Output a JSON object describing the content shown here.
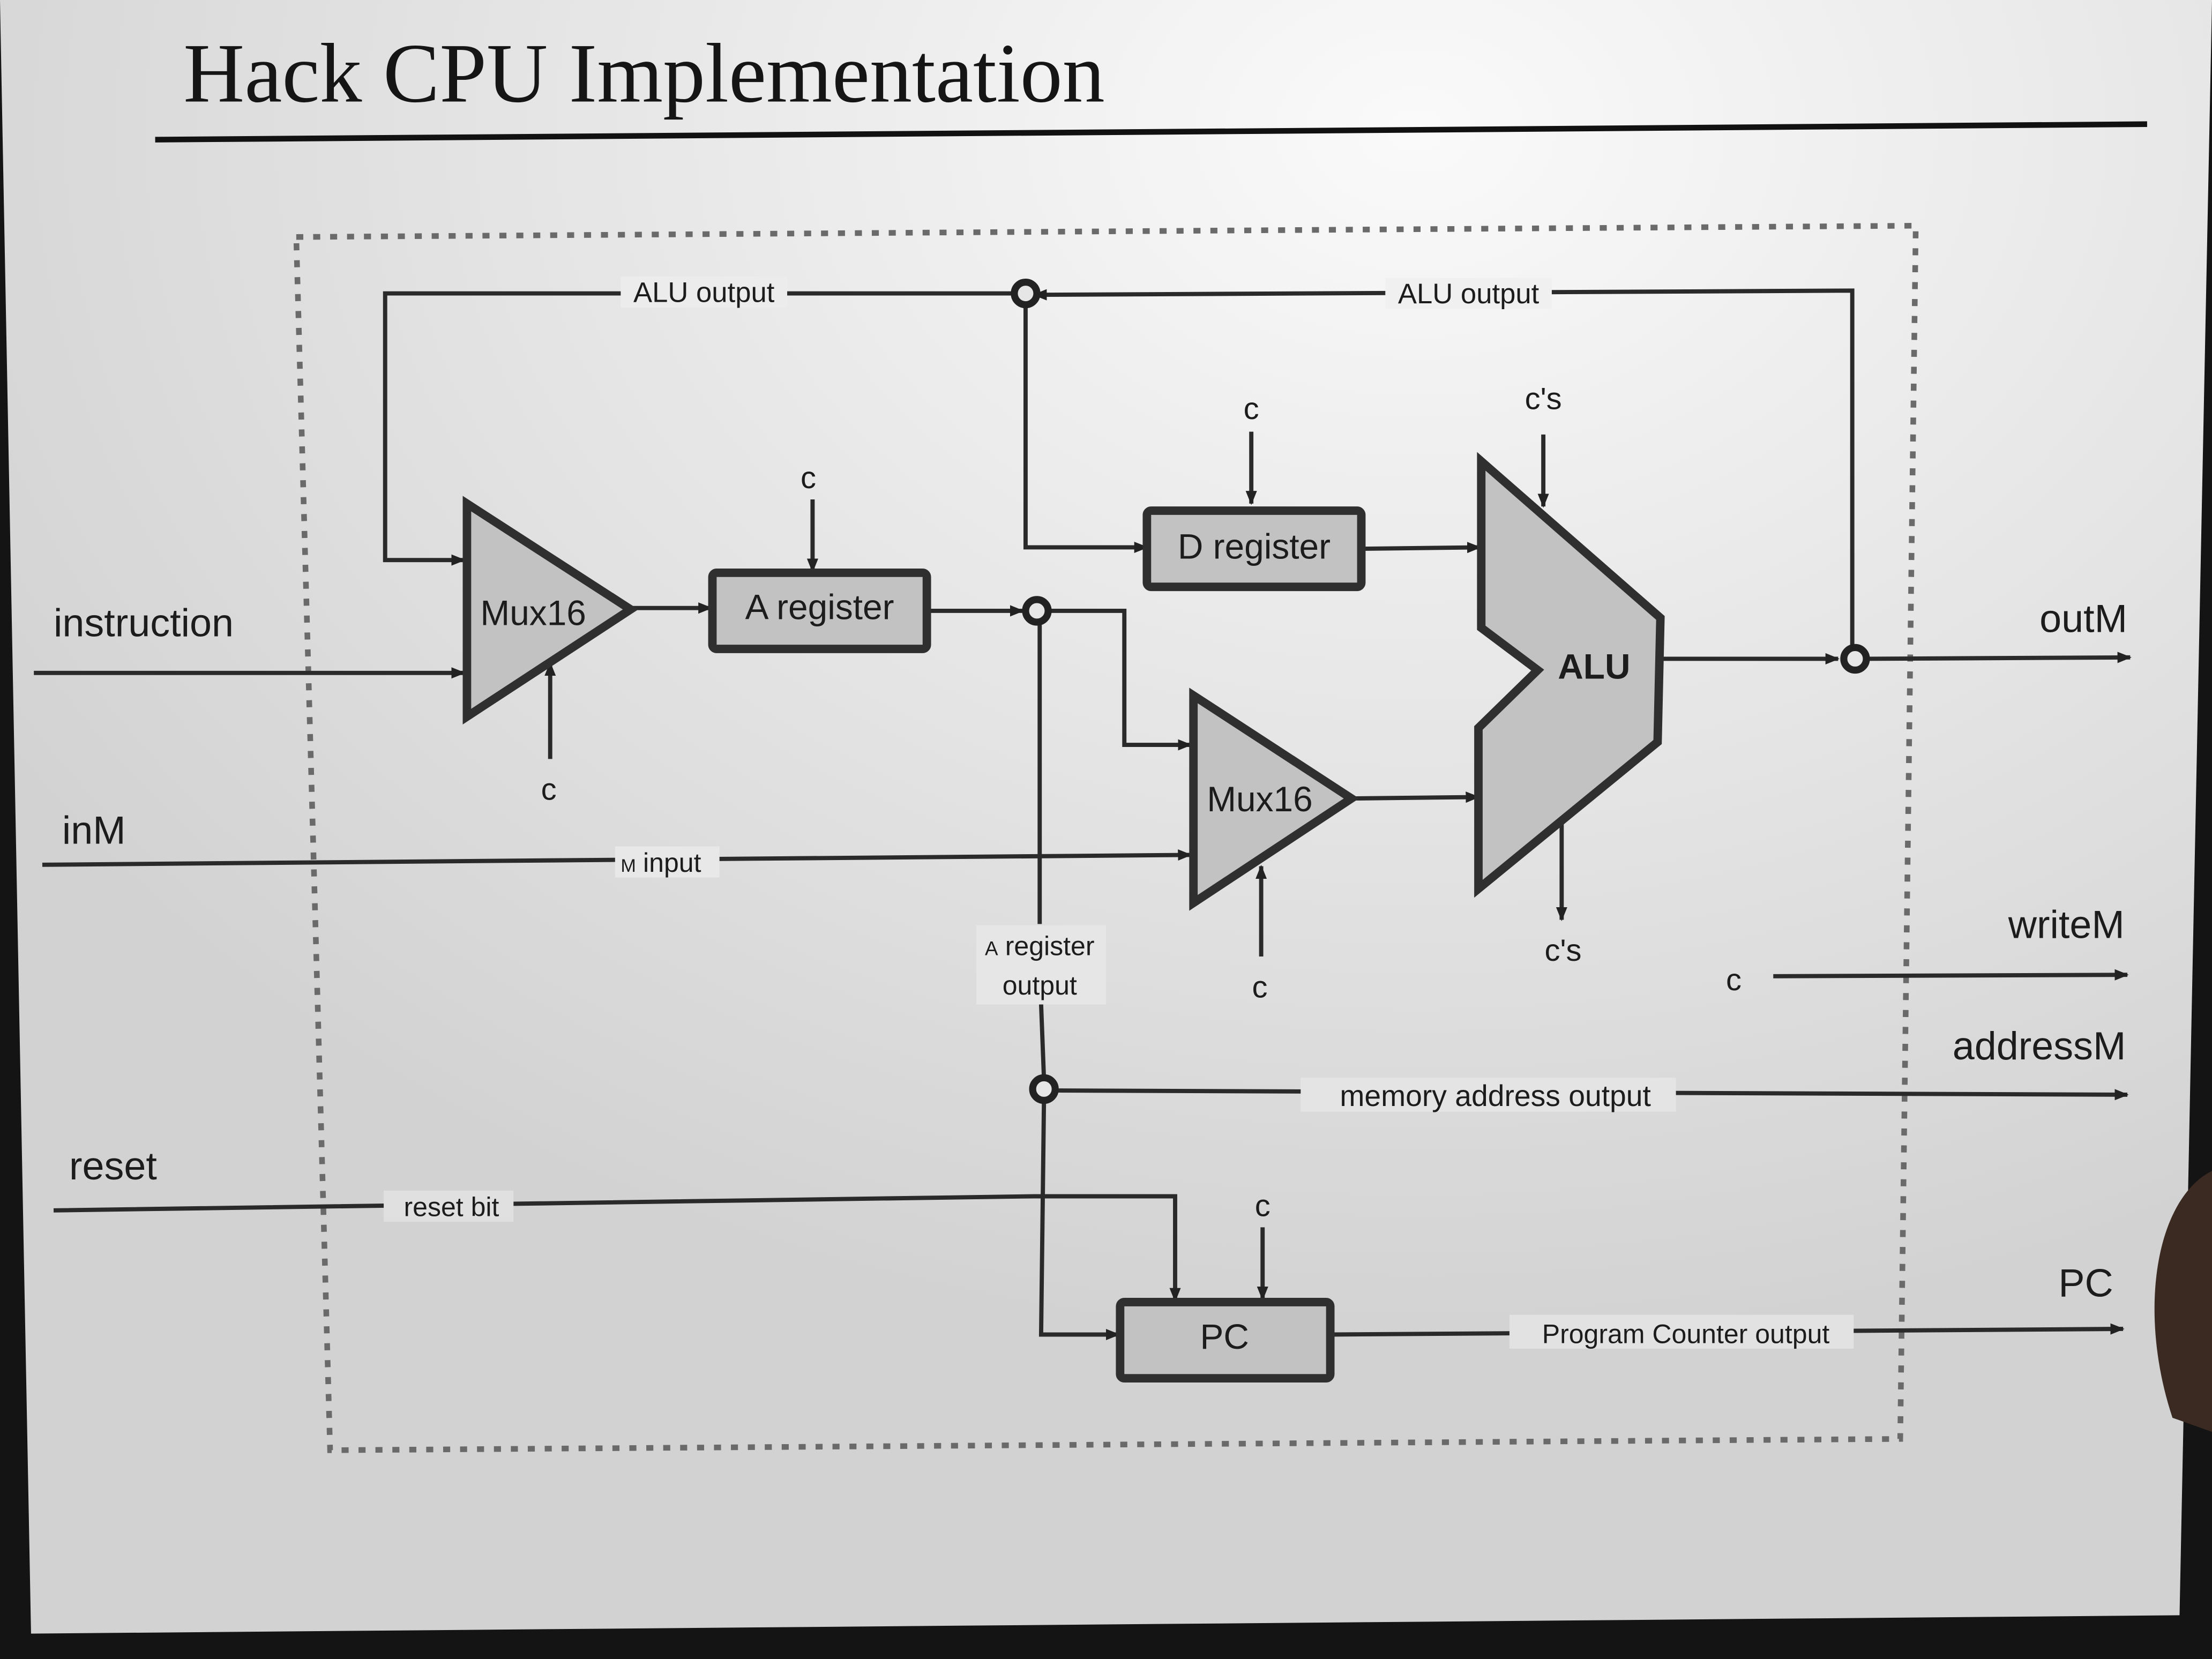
{
  "slide": {
    "title": "Hack CPU Implementation"
  },
  "inputs": {
    "instruction": "instruction",
    "inM": "inM",
    "reset": "reset"
  },
  "outputs": {
    "outM": "outM",
    "writeM": "writeM",
    "addressM": "addressM",
    "pc": "PC"
  },
  "components": {
    "mux_a": "Mux16",
    "mux_am": "Mux16",
    "a_register": "A register",
    "d_register": "D register",
    "alu": "ALU",
    "pc": "PC"
  },
  "wires": {
    "alu_output_left": "ALU output",
    "alu_output_right": "ALU output",
    "m_input_prefix": "M",
    "m_input": "input",
    "a_register_output_prefix": "A",
    "a_register_output_line1": "register",
    "a_register_output_line2": "output",
    "memory_address_output": "memory address output",
    "reset_bit": "reset bit",
    "program_counter_output": "Program Counter output"
  },
  "control_labels": {
    "mux_a_c": "c",
    "a_register_c": "c",
    "d_register_c": "c",
    "alu_in_cs": "c's",
    "alu_out_cs": "c's",
    "mux_am_c": "c",
    "writeM_c": "c",
    "pc_c": "c"
  },
  "colors": {
    "component_fill": "#c2c2c2",
    "line": "#222222",
    "background": "#ebebeb"
  }
}
